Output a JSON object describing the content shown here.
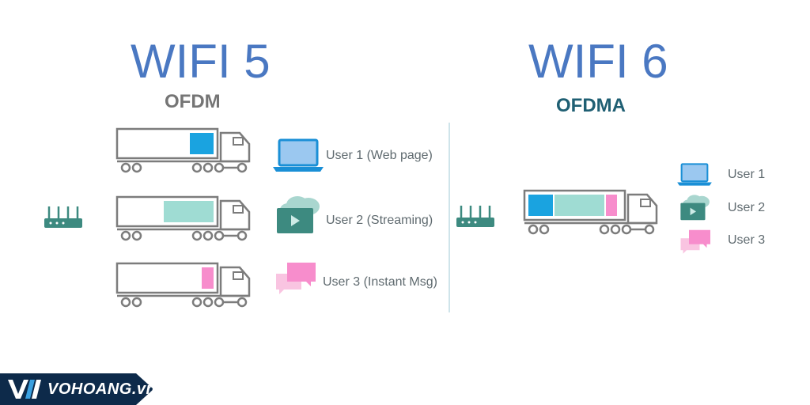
{
  "left": {
    "title": "WIFI 5",
    "subtitle": "OFDM",
    "users": [
      {
        "label": "User 1 (Web page)",
        "icon": "laptop-icon",
        "color": "#1aa3e0"
      },
      {
        "label": "User 2 (Streaming)",
        "icon": "video-cloud-icon",
        "color": "#9fdcd3"
      },
      {
        "label": "User 3 (Instant Msg)",
        "icon": "chat-bubbles-icon",
        "color": "#f78dcc"
      }
    ]
  },
  "right": {
    "title": "WIFI 6",
    "subtitle": "OFDMA",
    "users": [
      {
        "label": "User 1",
        "icon": "laptop-icon"
      },
      {
        "label": "User 2",
        "icon": "video-cloud-icon"
      },
      {
        "label": "User 3",
        "icon": "chat-bubbles-icon"
      }
    ]
  },
  "colors": {
    "title": "#4a78c2",
    "left_subtitle": "#757575",
    "right_subtitle": "#1f5f73",
    "truck_outline": "#7c7c7c",
    "router": "#3d8a80",
    "web": "#1aa3e0",
    "streaming": "#9fdcd3",
    "msg": "#f78dcc",
    "logo_bg": "#0d2a4a"
  },
  "logo": {
    "text": "VOHOANG.vn"
  }
}
